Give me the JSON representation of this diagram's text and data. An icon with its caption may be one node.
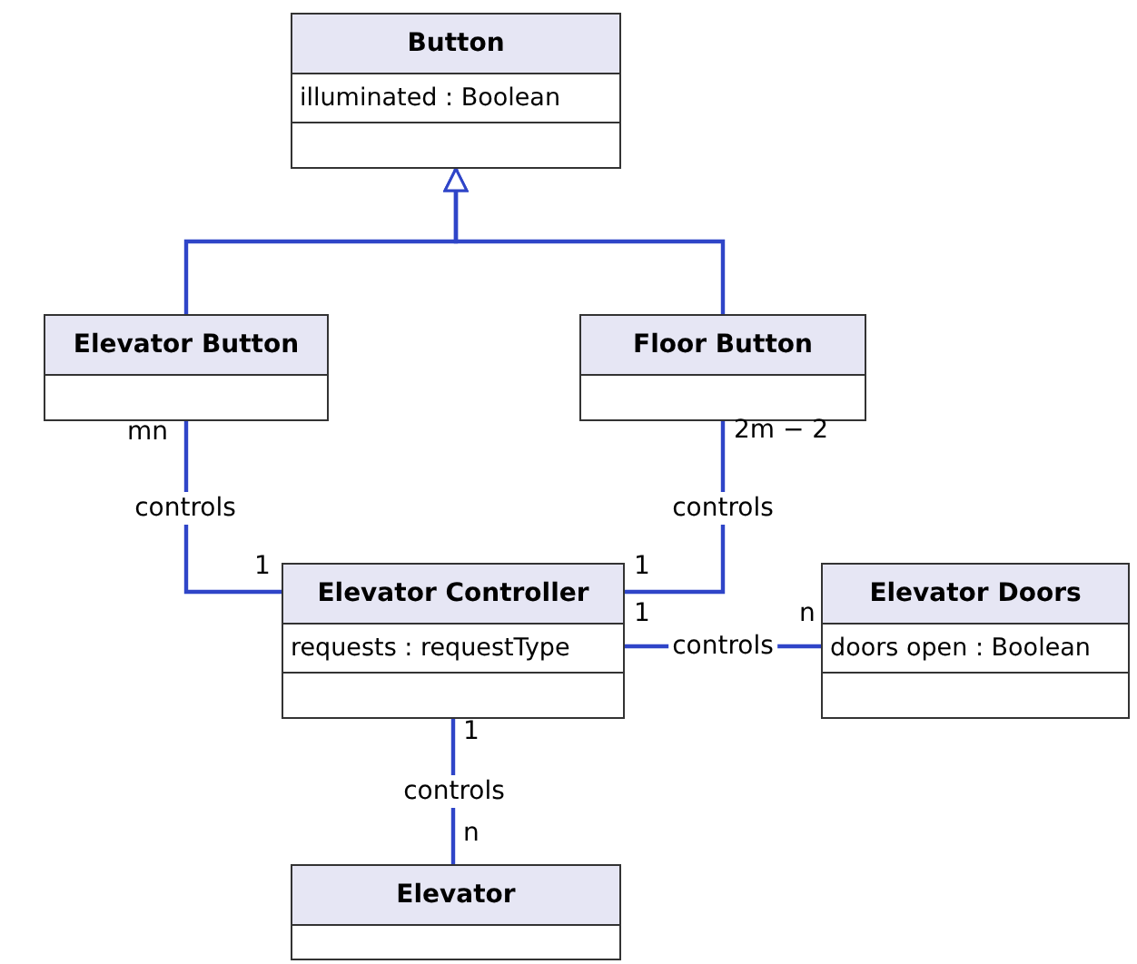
{
  "diagram": {
    "nodes": [
      {
        "text": [
          "Button",
          "illuminated : Boolean"
        ]
      },
      {
        "text": [
          "Elevator Button"
        ]
      },
      {
        "text": [
          "Floor Button"
        ]
      },
      {
        "text": [
          "Elevator Controller",
          "requests : requestType"
        ]
      },
      {
        "text": [
          "Elevator Doors",
          "doors open : Boolean"
        ]
      },
      {
        "text": [
          "Elevator"
        ]
      }
    ],
    "edges": [
      {
        "from": 1,
        "to": 0,
        "arrow": "to"
      },
      {
        "from": 2,
        "to": 0,
        "arrow": "to"
      },
      {
        "from": 1,
        "to": 3,
        "arrow": "none",
        "label": "controls"
      },
      {
        "from": 2,
        "to": 3,
        "arrow": "none",
        "label": "controls"
      },
      {
        "from": 3,
        "to": 4,
        "arrow": "none",
        "label": "controls"
      },
      {
        "from": 3,
        "to": 5,
        "arrow": "none",
        "label": "controls"
      }
    ],
    "labels": [
      "mn",
      "2m − 2",
      "1",
      "1",
      "1",
      "n",
      "1",
      "n"
    ]
  }
}
